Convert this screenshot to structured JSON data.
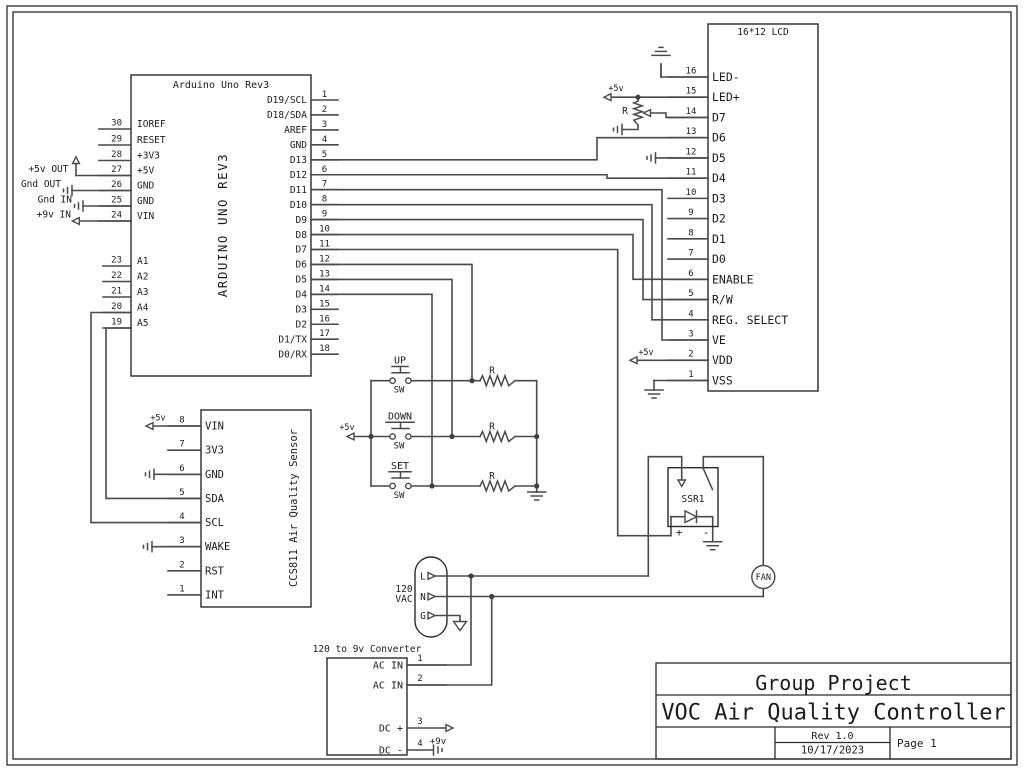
{
  "title_block": {
    "project": "Group Project",
    "title": "VOC Air Quality Controller",
    "rev": "Rev 1.0",
    "date": "10/17/2023",
    "page": "Page 1"
  },
  "arduino": {
    "title": "Arduino Uno Rev3",
    "body_label": "ARDUINO UNO REV3",
    "power_pins": [
      {
        "n": "30",
        "label": "IOREF"
      },
      {
        "n": "29",
        "label": "RESET"
      },
      {
        "n": "28",
        "label": "+3V3"
      },
      {
        "n": "27",
        "label": "+5V"
      },
      {
        "n": "26",
        "label": "GND"
      },
      {
        "n": "25",
        "label": "GND"
      },
      {
        "n": "24",
        "label": "VIN"
      }
    ],
    "analog_pins": [
      {
        "n": "23",
        "label": "A1"
      },
      {
        "n": "22",
        "label": "A2"
      },
      {
        "n": "21",
        "label": "A3"
      },
      {
        "n": "20",
        "label": "A4"
      },
      {
        "n": "19",
        "label": "A5"
      }
    ],
    "right_pins": [
      {
        "n": "1",
        "label": "D19/SCL"
      },
      {
        "n": "2",
        "label": "D18/SDA"
      },
      {
        "n": "3",
        "label": "AREF"
      },
      {
        "n": "4",
        "label": "GND"
      },
      {
        "n": "5",
        "label": "D13"
      },
      {
        "n": "6",
        "label": "D12"
      },
      {
        "n": "7",
        "label": "D11"
      },
      {
        "n": "8",
        "label": "D10"
      },
      {
        "n": "9",
        "label": "D9"
      },
      {
        "n": "10",
        "label": "D8"
      },
      {
        "n": "11",
        "label": "D7"
      },
      {
        "n": "12",
        "label": "D6"
      },
      {
        "n": "13",
        "label": "D5"
      },
      {
        "n": "14",
        "label": "D4"
      },
      {
        "n": "15",
        "label": "D3"
      },
      {
        "n": "16",
        "label": "D2"
      },
      {
        "n": "17",
        "label": "D1/TX"
      },
      {
        "n": "18",
        "label": "D0/RX"
      }
    ]
  },
  "lcd": {
    "title": "16*12 LCD",
    "pins": [
      {
        "n": "16",
        "label": "LED-"
      },
      {
        "n": "15",
        "label": "LED+"
      },
      {
        "n": "14",
        "label": "D7"
      },
      {
        "n": "13",
        "label": "D6"
      },
      {
        "n": "12",
        "label": "D5"
      },
      {
        "n": "11",
        "label": "D4"
      },
      {
        "n": "10",
        "label": "D3"
      },
      {
        "n": "9",
        "label": "D2"
      },
      {
        "n": "8",
        "label": "D1"
      },
      {
        "n": "7",
        "label": "D0"
      },
      {
        "n": "6",
        "label": "ENABLE"
      },
      {
        "n": "5",
        "label": "R/W"
      },
      {
        "n": "4",
        "label": "REG. SELECT"
      },
      {
        "n": "3",
        "label": "VE"
      },
      {
        "n": "2",
        "label": "VDD"
      },
      {
        "n": "1",
        "label": "VSS"
      }
    ]
  },
  "sensor": {
    "body_label": "CCS811 Air Quality Sensor",
    "pins": [
      {
        "n": "8",
        "label": "VIN"
      },
      {
        "n": "7",
        "label": "3V3"
      },
      {
        "n": "6",
        "label": "GND"
      },
      {
        "n": "5",
        "label": "SDA"
      },
      {
        "n": "4",
        "label": "SCL"
      },
      {
        "n": "3",
        "label": "WAKE"
      },
      {
        "n": "2",
        "label": "RST"
      },
      {
        "n": "1",
        "label": "INT"
      }
    ]
  },
  "converter": {
    "title": "120 to 9v Converter",
    "pins": [
      {
        "n": "1",
        "label": "AC IN"
      },
      {
        "n": "2",
        "label": "AC IN"
      },
      {
        "n": "3",
        "label": "DC +"
      },
      {
        "n": "4",
        "label": "DC -"
      }
    ]
  },
  "vac": {
    "label_line1": "120",
    "label_line2": "VAC",
    "pins": [
      "L",
      "N",
      "G"
    ]
  },
  "switches": [
    {
      "name": "UP",
      "type_label": "SW"
    },
    {
      "name": "DOWN",
      "type_label": "SW"
    },
    {
      "name": "SET",
      "type_label": "SW"
    }
  ],
  "labels": {
    "resistor": "R",
    "relay": "SSR1",
    "fan": "FAN",
    "plus": "+",
    "minus": "-",
    "v5": "+5v",
    "v9": "+9v",
    "v5_out": "+5v OUT",
    "gnd_out": "Gnd OUT",
    "gnd_in": "Gnd IN",
    "v9_in": "+9v IN"
  }
}
